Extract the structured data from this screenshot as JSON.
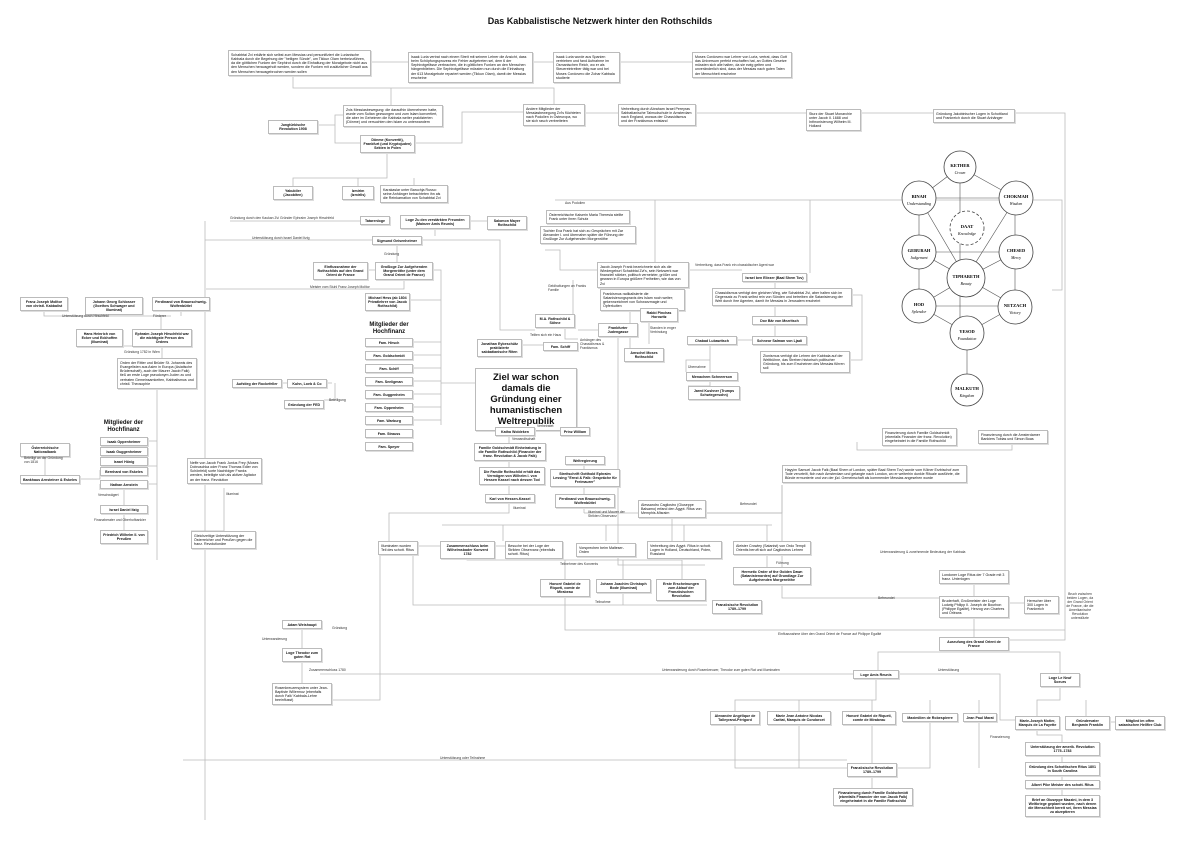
{
  "title": "Das Kabbalistische Netzwerk hinter den Rothschilds",
  "nodes": {
    "zvi": "Schabbtai Zvi erklärte sich selbst zum Messias und personifiziert die Lurianische Kabbala durch die Begehung der \"heiligen Sünde\", um Tikkun Olam herbeizuführen, da die göttlichen Funken der Sephirot durch die Einhaltung der Moralgebote nicht aus den Menschen herausgeholt werden, sondern die Funken mit zusätzlicher Gewalt aus den Menschen herausgebrochen werden sollen",
    "luria": "Isaak Luria vertrat nach einem Streit mit seinem Lehrer die Ansicht, dass beim Schöpfungsprozess ein Fehler aufgetreten sei, dem 6 der Sephirotgefässe zerbrachen, die in göttlichen Funken an den Menschen hängenblieben. Die Sephirotgefässe müssten nun durch die Einhaltung der 613 Moralgebote repariert werden (Tikkun Olam), damit der Messias erscheine",
    "israel_luria": "Isaak Luria wurde aus Spanien vertrieben und fand Aufnahme im Osmanischen Reich, wo er als Steuereintreiber tätig war und bei Moses Cordovero die Zohar Kabbala studierte",
    "cordovero": "Moses Cordovero war Lehrer von Luria, vertrat, dass Gott das Universum perfekt erschaffen hat, an Gottes Gesetze müssten sich alle halten, da sie ewig gelten und unveränderlich sind, dass der Messias nach guten Taten der Menschheit erscheine",
    "zvi_movement": "Zvis Messiasbewegung: die daraufhin übernehmen hatte, wurde vom Sultan gezwungen und zum Islam konvertiert, die aber im Geheimen die Kabbala weiter praktizierten (Dönme) und versuchten den Islam zu unterwandern",
    "jungtuerk": "Jungtürkische Revolution 1908",
    "doenme": "Dönme (Konvertit), Frankfurt (und Kryptojuden) Sekten in Polen",
    "andere": "Andere Mitglieder der Messiasbewegung Zvi's flüchteten nach Podolien in Osteuropa, wo sie sich rasch verbreiteten",
    "pereyra": "Verbreitung durch Abraham Israel Pereyras Sabbatianische Talmudschule in Amsterdam nach England, woraus der Chassidismus und der Frankismus entstand",
    "stuart": "Sturz der Stuart Monarchie unter Jacob II. 1688 und Inthronisierung Wilhelm III. Holland",
    "jakobiner": "Gründung Jakobinischer Logen in Schottland und Frankreich durch die Stuart Anhänger",
    "yakubiler": "Yakubiler (Jacobiten)",
    "izmirim": "Izmirim (Izmirlis)",
    "karakaslar": "Karakaslar unter Baruchja Russo: seine Anhänger betrachteten ihn als die Reinkarnation von Schabbtai Zvi",
    "tatarenloge": "Tatarenloge",
    "freunden": "Loge Zu den verstärkten Freunden (Mainzer Amis Reunis)",
    "salomon": "Salomon Mayer Rothschild",
    "geisenheimer": "Sigmund Geisenheimer",
    "einfluss_go": "Einflussnahme der Rothschilds auf den Grand Orient de France",
    "morgenroethe": "Großloge Zur Aufgehenden Morgenröthe (unter dem Grand Orient de France)",
    "hess": "Michael Hess (ab 1804 Privatlehrer von Jacob Rothschild)",
    "hf1": "Fam. Hirsch",
    "hf2": "Fam. Goldschmidt",
    "hf3": "Fam. Schiff",
    "hf4": "Fam. Seeligman",
    "hf5": "Fam. Guggenheim",
    "hf6": "Fam. Oppenheim",
    "hf7": "Fam. Warburg",
    "hf8": "Fam. Strauss",
    "hf9": "Fam. Speyer",
    "rockefeller": "Aufstieg der Rockefeller",
    "kuhn": "Kuhn, Loeb & Co",
    "fed": "Gründung der FED",
    "goal": "Ziel war schon damals die Gründung einer humanistischen Weltrepublik",
    "molitor": "Franz Joseph Molitor von christl. Kabbalist",
    "schlosser": "Johann Georg Schlosser (Goethes Schwager und Illuminat)",
    "ferdinand1": "Ferdinand von Braunschweig-Wolfenbüttel",
    "ecker": "Hans Heinrich von Ecker und Eckhoffen (Illuminat)",
    "hirschfeld": "Ephraim Joseph Hirschfeld war die wichtigste Person des Ordens",
    "orden": "Orden der Ritter und Brüder St. Johannis des Evangelisten aus Asien in Europa (Asiatische Brüderschaft), auch der Maurer Jacob Falk) tieß an erste Loge pseudonym Juden zu und vertraten Gemeinsamkeiten, Kabbalismus und christl. Theosophie",
    "w1": "Isaak Oppenheimer",
    "w2": "Isaak Guggenheimer",
    "w3": "Israel Hönig",
    "w4": "Bernhard von Eskeles",
    "w5": "Nathan Arnstein",
    "w6": "Israel Daniel Itzig",
    "w7": "Friedrich Wilhelm II. von Preußen",
    "nationalbank": "Österreichische Nationalbank",
    "bankhaus": "Bankhaus Arnsteiner & Eskeles",
    "frey": "Neffe von Jacob Frank Junius Frey (Moses Dobruschka oder Franz Thomas Edler von Schönfeld) sorte Nachfolger Franks werden, beteiligte sich als aktiver Agitator an der franz. Revolution",
    "gleichzeitig": "Gleichzeitige Unterstützung der Österreicher und Preußen gegen die franz. Revolutionäre",
    "eybeschuetz": "Jonathan Eybeschütz praktizierte sabbatianische Riten",
    "ma_rothschild": "M.A. Rothschild & Söhne",
    "fam_schiff": "Fam. Schiff",
    "maria_theresia": "Österreichische Kaiserin Maria Theresia stellte Frank unter ihren Schutz",
    "eva_frank": "Tochter Eva Frank hat sich zu Gesprächen mit Zar Alexander I. und übernahm später die Führung der Großloge Zur Aufgehenden Morgenröthe",
    "jacob_frank": "Jacob Joseph Frank bezeichnete sich als die Wiedergeburt Schabbtai Zvi's, sein Netzwerk war finanziell stärker, politisch vernetzter, größer und gewann in Europa größere Freiheiten, wie das von Zvi",
    "frankismus": "Frankismus radikalisierte die Satanisierungspraxis des Islam noch weiter; gekennzeichnet von Schwarzmagie und Opferkulten",
    "baal_shem": "Israel ben Eliezer (Baal Shem Tov)",
    "chassidismus": "Chassidismus verfolgt den gleichen Weg, wie Schabbtai Zvi, aber halten sich im Gegensatz zu Frank selbst rein von Sünden und betreiben die Satanisierung der Welt durch ihre Agenten, damit ihr Messias in Jerusalem erscheint",
    "judengasse": "Frankfurter Judengasse",
    "horowitz": "Rabbi Pinchas Horowitz",
    "amschel": "Amschel Moses Rothschild",
    "dov_baer": "Dov Bär von Mezritsch",
    "schneor": "Schneor Salman von Ljadi",
    "chabad": "Chabad Lubawitsch",
    "zionismus": "Zionismus verfolgt die Lehren der Kabbala auf der Weltbühne, das Streben historisch politischer Gründung, bis zum Erscheinen des Messias führen soll",
    "menachem": "Menachem Schneerson",
    "kushner": "Jared Kushner (Trumps Schwiegersohn)",
    "katha": "Katha Woldeken",
    "prinz": "Prinz William",
    "goldschmidt_fam": "Familie Goldschmidt Einheiratung in die Familie Rothschild (Financier der franz. Revolution & Jacob Falk)",
    "hessen_erbe": "Die Familie Rothschild erhält das Vermögen von Wilhelm I. von Hessen Kassel nach dessen Tod",
    "karl_hessen": "Karl von Hessen-Kassel",
    "weltregierung": "Weltregierung",
    "lessing": "Streitschrift Gotthold Ephraim Lessing \"Ernst & Falk: Gespräche für Freimaurer\"",
    "ferdinand2": "Ferdinand von Braunschweig-Wolfenbüttel",
    "cagliostro": "Alessandro Cagliostro (Giuseppe Balsamo) erfand den Ägypt. Ritus von Memphis-Misraim",
    "finanz_goldschmidt": "Finanzierung durch Familie Goldschmidt (ebenfalls Financier der franz. Revolution) eingeheiratet in die Familie Rothschild",
    "finanz_boaz": "Finanzierung durch die Amsterdamer Bankiers Tobias und Simon Boas",
    "falk": "Hayyim Samuel Jacob Falk (Baal Shem of London, später Baal Shem Tov) wurde vom Kölner Erzbischof zum Tode verurteilt, floh nach Amsterdam und gelangte nach London, wo er weiterhin dunkle Rituale ausführte, die Bünde ermunterte und von der jüd. Gemeinschaft als kommender Messias angesehen wurde",
    "illuminaten": "Illuminaten wurden Teil des schott. Ritus",
    "wilhelmsbad": "Zusammenschluss beim Wilhelmsbader Konvent 1782",
    "observanz": "Besuche bei der Loge der Strikten Observanz (ebenfalls schott. Ritus)",
    "malteser": "Vorsprechen beim Malteser-Orden",
    "aegypt": "Verbreitung des Ägypt. Ritus in schott. Logen in Holland, Deutschland, Polen, Russland",
    "crowley": "Aleister Crowley (Satanist) von Ordo Templi Orientis beruft sich auf Cagliostros Lehren",
    "golden_dawn": "Hermetic Order of the Golden Dawn (Satanistenorden) auf Grundlage Zur Aufgehenden Morgenröthe",
    "mirabeau1": "Honoré Gabriel de Riqueti, comte de Mirabeau",
    "bode": "Johann Joachim Christoph Bode (Illuminat)",
    "erste": "Erste Erscheinungen zum Ablauf der Französischen Revolution",
    "fr_rev1": "Französische Revolution 1789–1799",
    "londoner": "Londoner Loge Ritus der 7 Grade mit 3 franz. Unterlogen",
    "philippe": "Bruderhaft, Großmeister der Loge Ludwig Philipp II. Joseph de Bourbon (Philippe Egalité), Herzog von Chartres und Orléans",
    "herrscher": "Herrscher über 300 Logen in Frankreich",
    "bruch": "Bruch zwischen beiden Logen, da der Grand Orient de France, die die Amerikanische Revolution unterstützte",
    "grand_orient": "Ausrufung des Grand Orient de France",
    "weishaupt": "Adam Weishaupt",
    "theodor": "Loge Theodor zum guten Rat",
    "rosenkreuzer": "Rosenkreuzersystem unter Jean-Baptiste Willermoz (ebenfalls durch Falk' Kabbala-Lehre beeinflusst)",
    "amis_reunis": "Loge Amis Reunis",
    "neuf_soeurs": "Loge Le Neuf Soeurs",
    "talleyrand": "Alexandre Angélique de Talleyrand-Périgord",
    "condorcet": "Marie Jean Antoine Nicolas Caritat, Marquis de Condorcet",
    "mirabeau2": "Honoré Gabriel de Riqueti, comte de Mirabeau",
    "robespierre": "Maximilien de Robespierre",
    "marat": "Jean Paul Marat",
    "lafayette": "Marie-Joseph Motier, Marquis de La Fayette",
    "franklin": "Gründervater Benjamin Franklin",
    "hellfire": "Mitglied im offen satanischen Hellfire Club",
    "fr_rev2": "Französische Revolution 1789–1799",
    "finanz_goldschmidt2": "Finanzierung durch Familie Goldschmidt (ebenfalls Financier der von Jacob Falk) eingeheiratet in die Familie Rothschild",
    "amerik_rev": "Unterstützung der amerik. Revolution 1775–1783",
    "schott_ritus": "Gründung des Schottischen Ritus 1801 in South Carolina",
    "pike": "Albert Pike Meister des schott. Ritus",
    "mazzini": "Brief an Giuseppe Mazzini, in dem 3 Weltkriege geplant wurden, nach denen die Menschheit bereit sei, ihren Messias zu akzeptieren"
  },
  "headings": {
    "hochfinanz1": "Mitglieder der Hochfinanz",
    "hochfinanz2": "Mitglieder der Hochfinanz"
  },
  "labels": {
    "hirschfeld_gruendung": "Gründung durch den Kaukan Zvi Gründer Ephraim Joseph Hirschfeld",
    "itzig": "Unterstützung durch Israel Daniel Itzig",
    "gruendung": "Gründung",
    "molitor_meister": "Meister vom Stuhl Franz Joseph Molitor",
    "unterstuetzung_hirschfeld": "Unterstützung durch Hirschfeld",
    "foerderer": "Förderer",
    "gruendung_wien": "Gründung 1782 in Wien",
    "beteiligt": "Beteiligt an der Gründung von 1816",
    "verschwaegert": "Verschwägert",
    "finanzberater": "Finanzberater und Oberhofbankier",
    "illuminat1": "Illuminat",
    "beteiligung": "Beteiligung",
    "aus_podolien": "Aus Podolien",
    "verbreitung_frank": "Verbreitung, dass Frank ein chassidischer Agent war",
    "geldhaltungen": "Geldhaltungen an Franks Familie",
    "teilten": "Teilten sich ein Haus",
    "anhaenger": "Anhänger des Chassidismus & Frankismus",
    "standen": "Standen in enger Verbindung",
    "uebernahme": "Übernahme",
    "verheiratet": "Verheiratet",
    "verwandtschaft": "Verwandtschaft",
    "illuminat2": "Illuminat",
    "illuminat_maurer": "Illuminat und Maurer der Strikten Observanz",
    "befreundet1": "Befreundet",
    "fuehrung": "Führung",
    "teilnehmer": "Teilnehmer des Konvents",
    "teilnahme": "Teilnahme",
    "unterwanderung_kabbala": "Unterwanderung & zunehmende Bedeutung der Kabbala",
    "befreundet2": "Befreundet",
    "einflussnahme_egalite": "Einflussnahme über den Grand Orient de France auf Philippe Egalité",
    "gruendung_w": "Gründung",
    "unterwanderung_w": "Unterwanderung",
    "zusammenschluss": "Zusammenschluss 1780",
    "unterwanderung_rosen": "Unterwanderung durch Rosenkreuzer, Theodor zum guten Rat und Illuminaten",
    "unterstuetzung": "Unterstützung",
    "finanzierung": "Finanzierung",
    "unterstuetzung_teilnahme": "Unterstützung oder Teilnahme"
  },
  "tree": {
    "kether": {
      "name": "KETHER",
      "meaning": "Crown"
    },
    "binah": {
      "name": "BINAH",
      "meaning": "Understanding"
    },
    "chokmah": {
      "name": "CHOKMAH",
      "meaning": "Wisdom"
    },
    "daat": {
      "name": "DAAT",
      "meaning": "Knowledge"
    },
    "geburah": {
      "name": "GEBURAH",
      "meaning": "Judgement"
    },
    "chesed": {
      "name": "CHESED",
      "meaning": "Mercy"
    },
    "tiphareth": {
      "name": "TIPHARETH",
      "meaning": "Beauty"
    },
    "hod": {
      "name": "HOD",
      "meaning": "Splendor"
    },
    "netzach": {
      "name": "NETZACH",
      "meaning": "Victory"
    },
    "yesod": {
      "name": "YESOD",
      "meaning": "Foundation"
    },
    "malkuth": {
      "name": "MALKUTH",
      "meaning": "Kingdom"
    }
  }
}
